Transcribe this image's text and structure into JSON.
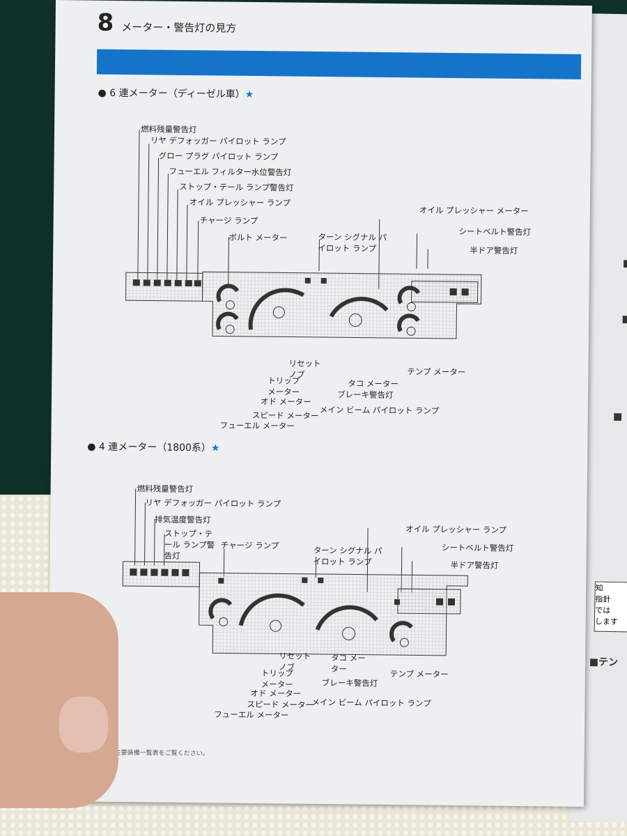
{
  "page": {
    "number": "8",
    "title": "メーター・警告灯の見方"
  },
  "section1": {
    "title": "6 連メーター（ディーゼル車）",
    "star": "★",
    "labels": {
      "fuel_warning": "燃料残量警告灯",
      "rear_defogger": "リヤ デフォッガー パイロット ランプ",
      "glow_plug": "グロー プラグ パイロット ランプ",
      "fuel_filter": "フューエル フィルター水位警告灯",
      "stop_tail": "ストップ・テール ランプ警告灯",
      "oil_pressure_lamp": "オイル プレッシャー ランプ",
      "charge": "チャージ ランプ",
      "volt_meter": "ボルト メーター",
      "turn_signal": "ターン シグナル パイロット ランプ",
      "oil_pressure_meter": "オイル プレッシャー メーター",
      "seatbelt": "シートベルト警告灯",
      "half_door": "半ドア警告灯",
      "reset_knob": "リセット ノブ",
      "trip_meter": "トリップ メーター",
      "tacho": "タコ メーター",
      "brake": "ブレーキ警告灯",
      "odo": "オド メーター",
      "main_beam": "メイン ビーム パイロット ランプ",
      "speed": "スピード メーター",
      "fuel_meter": "フューエル メーター",
      "temp_meter": "テンプ メーター"
    }
  },
  "section2": {
    "title": "4 連メーター（1800系）",
    "star": "★",
    "labels": {
      "fuel_warning": "燃料残量警告灯",
      "rear_defogger": "リヤ デフォッガー パイロット ランプ",
      "exhaust_temp": "排気温度警告灯",
      "stop_tail": "ストップ・テール ランプ警告灯",
      "charge": "チャージ ランプ",
      "turn_signal": "ターン シグナル パイロット ランプ",
      "oil_pressure_lamp": "オイル プレッシャー ランプ",
      "seatbelt": "シートベルト警告灯",
      "half_door": "半ドア警告灯",
      "reset_knob": "リセット ノブ",
      "tacho": "タコ メーター",
      "temp_meter": "テンプ メーター",
      "trip_meter": "トリップ メーター",
      "brake": "ブレーキ警告灯",
      "odo": "オド メーター",
      "main_beam": "メイン ビーム パイロット ランプ",
      "speed": "スピード メーター",
      "fuel_meter": "フューエル メーター"
    }
  },
  "footnote": "は巻末の主要装備一覧表をご覧ください。",
  "side": {
    "mark1": "■",
    "mark2": "■テン",
    "box_label": "知",
    "text1": "指針",
    "text2": "では",
    "text3": "します"
  }
}
